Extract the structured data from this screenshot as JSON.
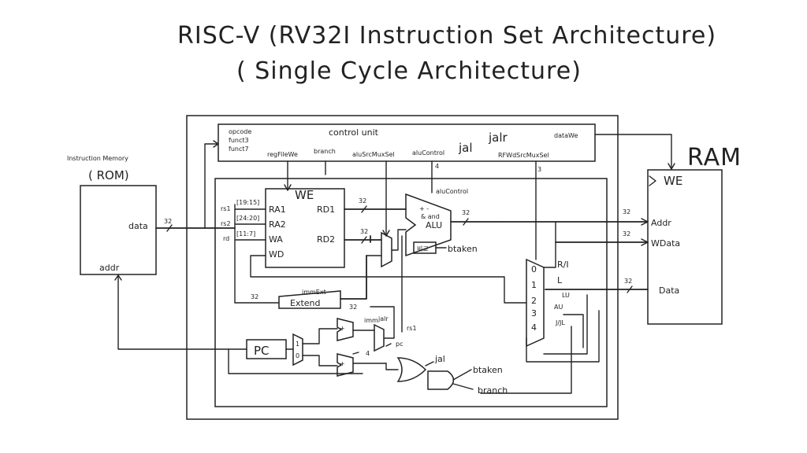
{
  "title": {
    "line1": "RISC-V (RV32I Instruction Set Architecture)",
    "line2": "( Single Cycle Architecture)"
  },
  "control_unit": {
    "label": "control unit",
    "opcode": "opcode",
    "funct3": "funct3",
    "funct7": "funct7",
    "regWriteWe": "regFileWe",
    "branch": "branch",
    "aluSrcMuxSel": "aluSrcMuxSel",
    "aluControl": "aluControl",
    "jal": "jal",
    "jalr": "jalr",
    "rfWdSrcMuxSel": "RFWdSrcMuxSel",
    "dataWe": "dataWe",
    "width_4": "4",
    "width_3": "3"
  },
  "instr_mem": {
    "label1": "Instruction Memory",
    "label2": "( ROM)",
    "data": "data",
    "addr": "addr",
    "bus32": "32"
  },
  "regfile": {
    "we": "WE",
    "ra1": "RA1",
    "ra2": "RA2",
    "wa": "WA",
    "wd": "WD",
    "rd1": "RD1",
    "rd2": "RD2",
    "f1": "[19:15]",
    "f2": "[24:20]",
    "f3": "[11:7]",
    "in1": "rs1",
    "in2": "rs2",
    "in3": "rd",
    "bus1": "32",
    "bus2": "32"
  },
  "alu": {
    "label": "ALU",
    "ops": "+ -",
    "ops2": "& and",
    "control": "aluControl",
    "comparator": "비교",
    "btaken": "btaken",
    "bus": "32"
  },
  "extend": {
    "label": "Extend",
    "sub": "immExt",
    "bus_in": "32",
    "bus_out": "32"
  },
  "pc": {
    "label": "PC",
    "plus4": "4",
    "imm": "imm",
    "rs1": "rs1",
    "jalr": "jalr",
    "pcsrc": "pc",
    "mux0": "0",
    "mux1": "1"
  },
  "branch_logic": {
    "jal": "jal",
    "btaken": "btaken",
    "branch": "branch"
  },
  "wb_mux": {
    "i0": "0",
    "i1": "1",
    "i2": "2",
    "i3": "3",
    "i4": "4",
    "l0": "R/I",
    "l1": "L",
    "l2": "LU",
    "l3": "AU",
    "l4": "J/JL"
  },
  "ram": {
    "label": "RAM",
    "we": "WE",
    "addr": "Addr",
    "wdata": "WData",
    "rdata": "Data",
    "bus1": "32",
    "bus2": "32",
    "bus3": "32"
  }
}
